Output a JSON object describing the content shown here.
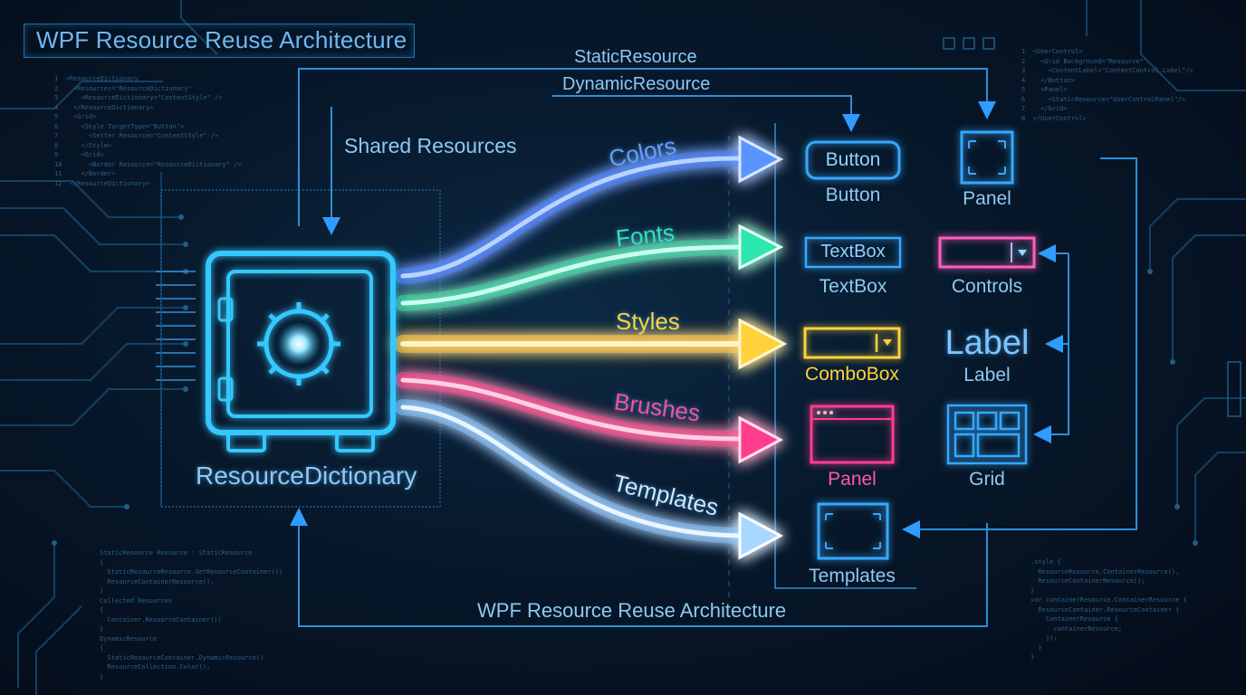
{
  "title": "WPF Resource Reuse Architecture",
  "footer_caption": "WPF Resource Reuse Architecture",
  "top_labels": {
    "static": "StaticResource",
    "dynamic": "DynamicResource",
    "shared": "Shared Resources"
  },
  "dictionary": {
    "label": "ResourceDictionary"
  },
  "streams": [
    {
      "label": "Colors",
      "color": "#4d8dff"
    },
    {
      "label": "Fonts",
      "color": "#2ee6b0"
    },
    {
      "label": "Styles",
      "color": "#ffd23a"
    },
    {
      "label": "Brushes",
      "color": "#ff3d8f"
    },
    {
      "label": "Templates",
      "color": "#a8d8ff"
    }
  ],
  "controls": {
    "button": {
      "inner": "Button",
      "caption": "Button"
    },
    "textbox": {
      "inner": "TextBox",
      "caption": "TextBox"
    },
    "combobox": {
      "caption": "ComboBox"
    },
    "panel_pink": {
      "caption": "Panel"
    },
    "templates": {
      "caption": "Templates"
    },
    "panel": {
      "caption": "Panel"
    },
    "controls": {
      "caption": "Controls"
    },
    "label": {
      "big": "Label",
      "caption": "Label"
    },
    "grid": {
      "caption": "Grid"
    }
  },
  "colors": {
    "accent_blue": "#2f9cff",
    "cyan": "#36c8ff",
    "yellow": "#ffd23a",
    "pink": "#ff3d8f",
    "green": "#2ee6b0"
  },
  "code_snippets": {
    "top_left": "1  <ResourceDictionary\n2    <Resources=\"ResourceDictionary\"\n3      <ResourceDictionary=\"ContentStyle\" />\n4    </ResourceDictionary>\n5    <Grid>\n6      <Style TargetType=\"Button\">\n7        <Setter Resource=\"ContentStyle\" />\n8      </Style>\n9      <Grid>\n10       <Border Resource=\"ResourceDictionary\" />\n11     </Border>\n12  </ResourceDictionary>",
    "top_right": "1  <UserControl>\n2    <Grid Background=\"Resource\"\n3      <ContentLabel=\"ContentControl.Label\"/>\n4    </Button>\n5    <Panel>\n6      <StaticResource=\"UserControlPanel\"/>\n7    </Grid>\n8  </UserControl>",
    "bottom_left": "StaticResource Resource : StaticResource\n{\n  StaticResourceResource.GetResourceContainer())\n  ResourceContainerResource();\n}\nCollected Resources\n{\n  Container.ResourceContainer())\n}\nDynamicResource\n{\n  StaticResourceContainer.DynamicResource()\n  ResourceCollection.Color();\n}",
    "bottom_right": ".style {\n  ResourceResource.ContainerResource(),\n  ResourceContainerResource();\n}\nvar containerResource.ContainerResource {\n  ResourceContainer.ResourceContainer {\n    ContainerResource {\n      containerResource;\n    });\n  }\n}"
  }
}
